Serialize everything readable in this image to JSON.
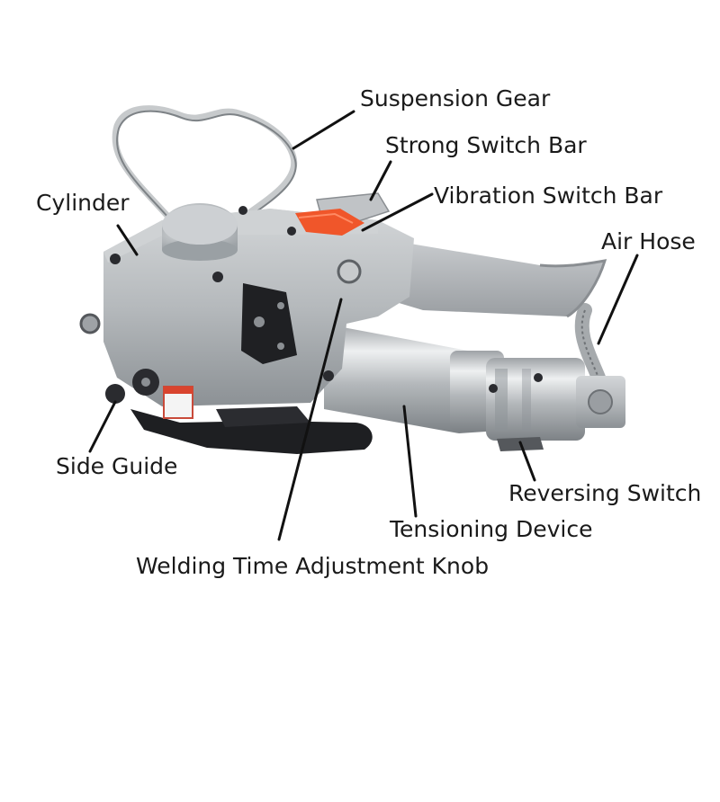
{
  "labels": {
    "suspension_gear": "Suspension Gear",
    "strong_switch_bar": "Strong Switch Bar",
    "vibration_switch_bar": "Vibration Switch Bar",
    "cylinder": "Cylinder",
    "air_hose": "Air Hose",
    "side_guide": "Side Guide",
    "reversing_switch": "Reversing Switch",
    "tensioning_device": "Tensioning Device",
    "welding_time_adjustment_knob": "Welding Time Adjustment Knob"
  },
  "colors": {
    "tool_body": "#b9bcbf",
    "tool_shadow": "#8e9296",
    "orange_bar": "#f0562a",
    "dark_base": "#1e1f22",
    "label_text": "#1a1a1a"
  }
}
